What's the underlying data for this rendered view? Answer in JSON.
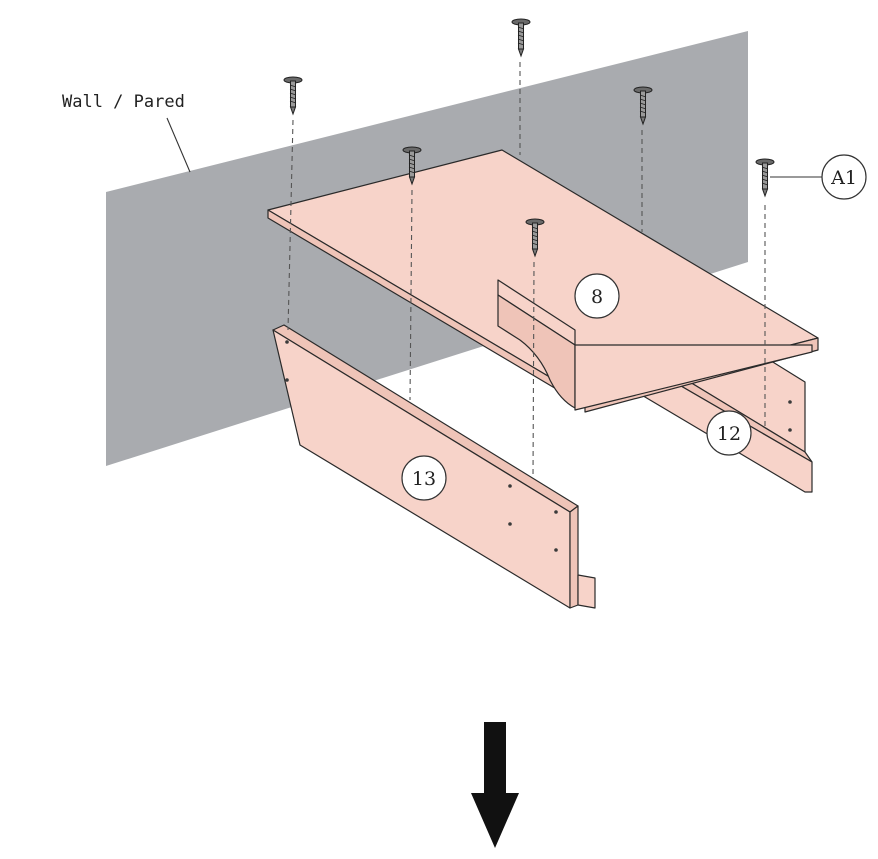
{
  "wall_label": "Wall / Pared",
  "screw_label": "A1",
  "parts": {
    "top_board": "8",
    "back_rail": "12",
    "front_panel": "13"
  },
  "colors": {
    "wall": "#a9abaf",
    "wood": "#f7d3c9",
    "wood_edge": "#efc4b8",
    "line": "#2a2a2a",
    "arrow": "#111111"
  },
  "icons": {
    "screw": "screw-icon",
    "arrow": "arrow-down-icon"
  }
}
